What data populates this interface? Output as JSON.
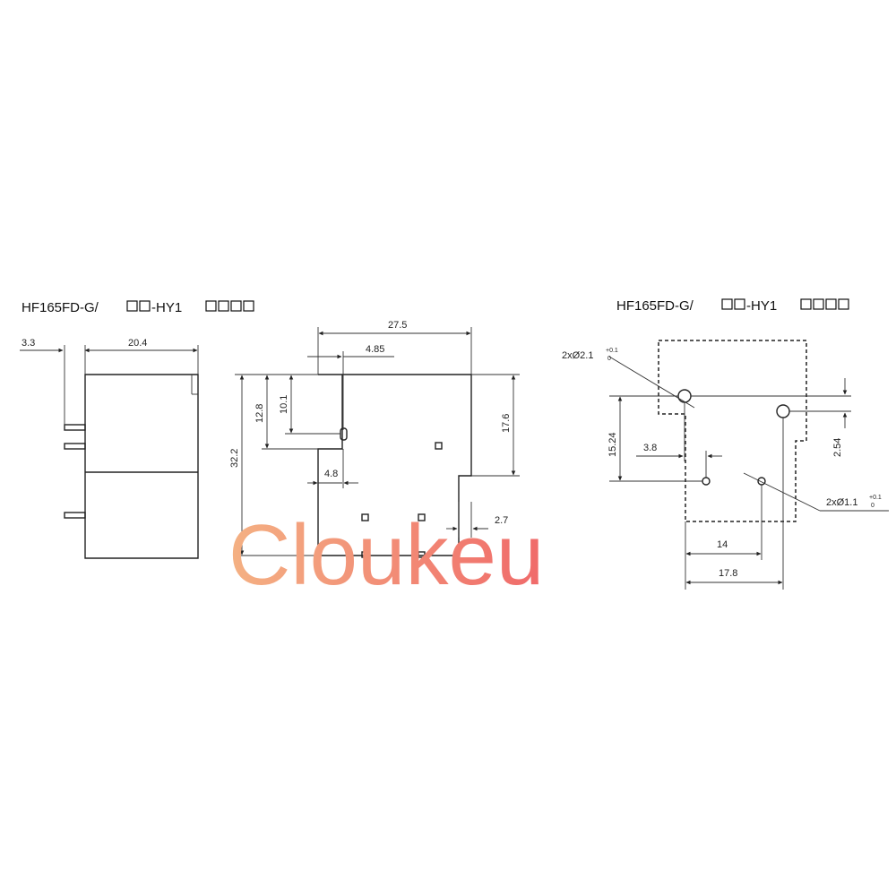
{
  "titles": {
    "left": "HF165FD-G/",
    "left_mid": "-HY1",
    "right": "HF165FD-G/",
    "right_mid": "-HY1"
  },
  "side_view": {
    "dim_pin_length": "3.3",
    "dim_body_depth": "20.4"
  },
  "front_view": {
    "dim_width": "27.5",
    "dim_notch_offset": "4.85",
    "dim_height": "32.2",
    "dim_notch_depth": "12.8",
    "dim_pin_height": "10.1",
    "dim_right_step": "17.6",
    "dim_step_width": "4.8",
    "dim_corner": "2.7"
  },
  "pcb_layout": {
    "hole_large": "2xØ2.1",
    "hole_small": "2xØ1.1",
    "tolerance_plus": "+0.1",
    "tolerance_zero": "0",
    "dim_vertical_spacing": "15.24",
    "dim_pin_offset": "3.8",
    "dim_pin_pitch": "2.54",
    "dim_inner": "14",
    "dim_outer": "17.8"
  },
  "watermark": {
    "text": "Cloukeu",
    "color_start": "#f4b183",
    "color_end": "#f06a6a"
  }
}
